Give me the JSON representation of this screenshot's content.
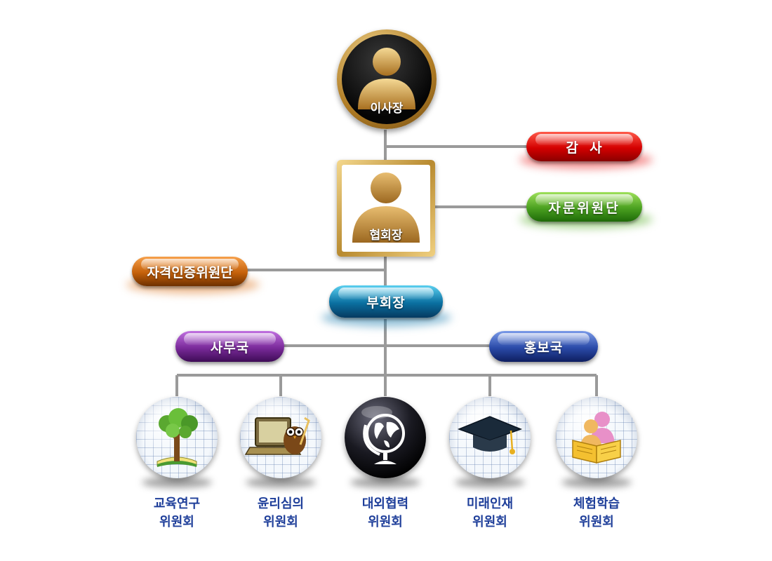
{
  "chairman": {
    "label": "이사장"
  },
  "president": {
    "label": "협회장"
  },
  "auditor": {
    "label": "감  사"
  },
  "advisory": {
    "label": "자문위원단"
  },
  "certification": {
    "label": "자격인증위원단"
  },
  "vice_president": {
    "label": "부회장"
  },
  "secretariat": {
    "label": "사무국"
  },
  "pr_office": {
    "label": "홍보국"
  },
  "committees": [
    {
      "line1": "교육연구",
      "line2": "위원회",
      "icon": "tree-book-icon"
    },
    {
      "line1": "윤리심의",
      "line2": "위원회",
      "icon": "owl-laptop-icon"
    },
    {
      "line1": "대외협력",
      "line2": "위원회",
      "icon": "globe-icon"
    },
    {
      "line1": "미래인재",
      "line2": "위원회",
      "icon": "graduation-cap-icon"
    },
    {
      "line1": "체험학습",
      "line2": "위원회",
      "icon": "reading-children-icon"
    }
  ],
  "colors": {
    "line": "#9a9a9a",
    "auditor": "#d40000",
    "advisory": "#4aa020",
    "certification": "#c4600a",
    "vice_president": "#0a6fa0",
    "secretariat": "#7a2a9a",
    "pr_office": "#2a4aa8",
    "gold": "#d4a24a",
    "label_blue": "#1f3f9a"
  }
}
